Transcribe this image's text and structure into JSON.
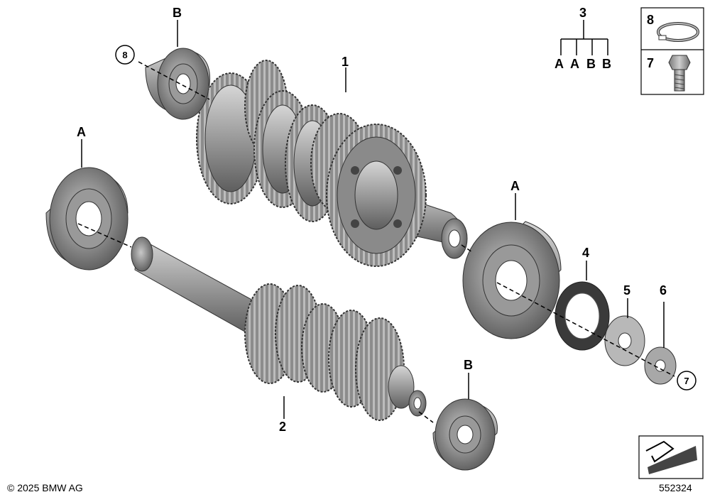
{
  "callouts": {
    "shaft1": "1",
    "shaft2": "2",
    "bearing_set": "3",
    "seal_ring": "4",
    "washer": "5",
    "lock_washer": "6",
    "bolt_ref": "7",
    "circlip_ref": "8"
  },
  "bearing_labels": {
    "top_left": "B",
    "left": "A",
    "right": "A",
    "bottom": "B"
  },
  "legend_tree": {
    "root": "3",
    "leaves": [
      "A",
      "A",
      "B",
      "B"
    ]
  },
  "parts_box": {
    "row1_num": "8",
    "row2_num": "7"
  },
  "copyright": "© 2025 BMW AG",
  "diagram_number": "552324"
}
